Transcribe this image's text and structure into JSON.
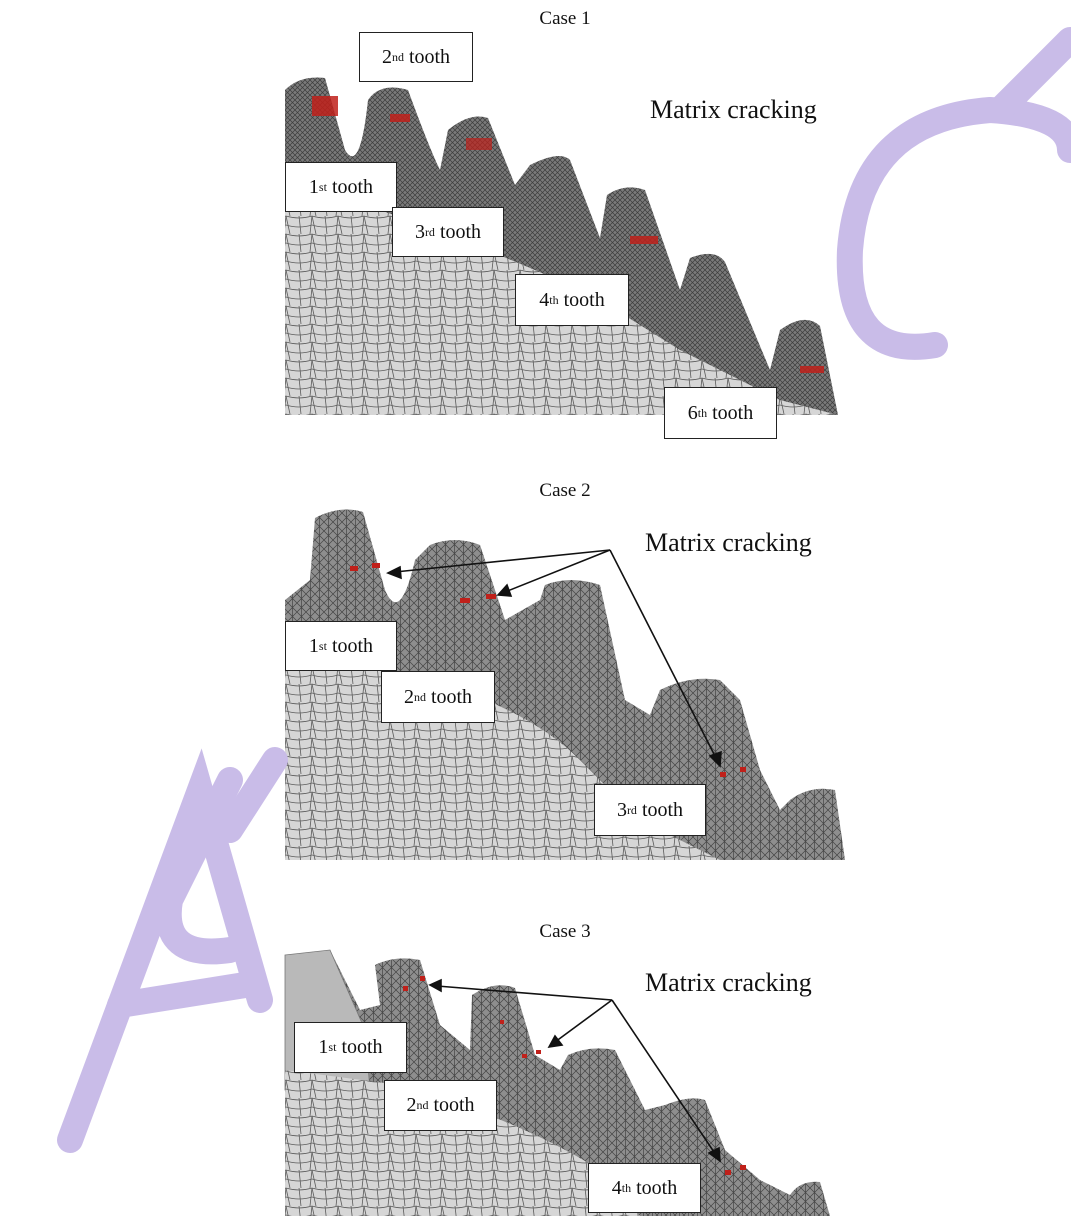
{
  "watermark": {
    "text": "AUTHOR PROOF",
    "color": "#c9bce8"
  },
  "cases": [
    {
      "title": "Case 1",
      "annotation": "Matrix cracking",
      "teeth": [
        {
          "num": "2",
          "sup": "nd",
          "word": "tooth"
        },
        {
          "num": "1",
          "sup": "st",
          "word": "tooth"
        },
        {
          "num": "3",
          "sup": "rd",
          "word": "tooth"
        },
        {
          "num": "4",
          "sup": "th",
          "word": "tooth"
        },
        {
          "num": "6",
          "sup": "th",
          "word": "tooth"
        }
      ]
    },
    {
      "title": "Case 2",
      "annotation": "Matrix cracking",
      "teeth": [
        {
          "num": "1",
          "sup": "st",
          "word": "tooth"
        },
        {
          "num": "2",
          "sup": "nd",
          "word": "tooth"
        },
        {
          "num": "3",
          "sup": "rd",
          "word": "tooth"
        }
      ]
    },
    {
      "title": "Case 3",
      "annotation": "Matrix cracking",
      "teeth": [
        {
          "num": "1",
          "sup": "st",
          "word": "tooth"
        },
        {
          "num": "2",
          "sup": "nd",
          "word": "tooth"
        },
        {
          "num": "4",
          "sup": "th",
          "word": "tooth"
        }
      ]
    }
  ],
  "colors": {
    "mesh_dark": "#5a5a5a",
    "mesh_light": "#bdbdbd",
    "crack": "#c0201a"
  }
}
